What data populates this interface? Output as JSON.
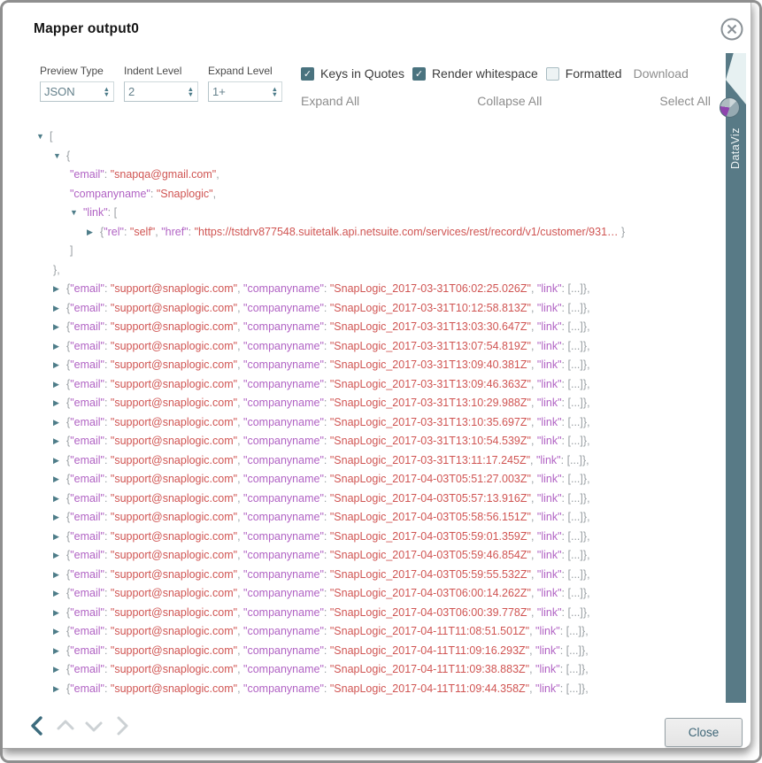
{
  "dialog": {
    "title": "Mapper output0",
    "close_label": "Close"
  },
  "toolbar": {
    "preview_type": {
      "label": "Preview Type",
      "value": "JSON"
    },
    "indent_level": {
      "label": "Indent Level",
      "value": "2"
    },
    "expand_level": {
      "label": "Expand Level",
      "value": "1+"
    },
    "checkboxes": [
      {
        "label": "Keys in Quotes",
        "checked": true
      },
      {
        "label": "Render whitespace",
        "checked": true
      },
      {
        "label": "Formatted",
        "checked": false
      }
    ],
    "download_label": "Download",
    "links": {
      "expand_all": "Expand All",
      "collapse_all": "Collapse All",
      "select_all": "Select All"
    }
  },
  "dataviz_tab": {
    "label": "DataViz"
  },
  "tree": {
    "expanded_record": {
      "email_key": "email",
      "email_value": "snapqa@gmail.com",
      "company_key": "companyname",
      "company_value": "Snaplogic",
      "link_key": "link",
      "link_child": {
        "rel_key": "rel",
        "rel_value": "self",
        "href_key": "href",
        "href_value_truncated": "https://tstdrv877548.suitetalk.api.netsuite.com/services/rest/record/v1/customer/931…"
      }
    },
    "collapsed_link_text": "[...]",
    "collapsed_rows": [
      {
        "email": "support@snaplogic.com",
        "companyname": "SnapLogic_2017-03-31T06:02:25.026Z"
      },
      {
        "email": "support@snaplogic.com",
        "companyname": "SnapLogic_2017-03-31T10:12:58.813Z"
      },
      {
        "email": "support@snaplogic.com",
        "companyname": "SnapLogic_2017-03-31T13:03:30.647Z"
      },
      {
        "email": "support@snaplogic.com",
        "companyname": "SnapLogic_2017-03-31T13:07:54.819Z"
      },
      {
        "email": "support@snaplogic.com",
        "companyname": "SnapLogic_2017-03-31T13:09:40.381Z"
      },
      {
        "email": "support@snaplogic.com",
        "companyname": "SnapLogic_2017-03-31T13:09:46.363Z"
      },
      {
        "email": "support@snaplogic.com",
        "companyname": "SnapLogic_2017-03-31T13:10:29.988Z"
      },
      {
        "email": "support@snaplogic.com",
        "companyname": "SnapLogic_2017-03-31T13:10:35.697Z"
      },
      {
        "email": "support@snaplogic.com",
        "companyname": "SnapLogic_2017-03-31T13:10:54.539Z"
      },
      {
        "email": "support@snaplogic.com",
        "companyname": "SnapLogic_2017-03-31T13:11:17.245Z"
      },
      {
        "email": "support@snaplogic.com",
        "companyname": "SnapLogic_2017-04-03T05:51:27.003Z"
      },
      {
        "email": "support@snaplogic.com",
        "companyname": "SnapLogic_2017-04-03T05:57:13.916Z"
      },
      {
        "email": "support@snaplogic.com",
        "companyname": "SnapLogic_2017-04-03T05:58:56.151Z"
      },
      {
        "email": "support@snaplogic.com",
        "companyname": "SnapLogic_2017-04-03T05:59:01.359Z"
      },
      {
        "email": "support@snaplogic.com",
        "companyname": "SnapLogic_2017-04-03T05:59:46.854Z"
      },
      {
        "email": "support@snaplogic.com",
        "companyname": "SnapLogic_2017-04-03T05:59:55.532Z"
      },
      {
        "email": "support@snaplogic.com",
        "companyname": "SnapLogic_2017-04-03T06:00:14.262Z"
      },
      {
        "email": "support@snaplogic.com",
        "companyname": "SnapLogic_2017-04-03T06:00:39.778Z"
      },
      {
        "email": "support@snaplogic.com",
        "companyname": "SnapLogic_2017-04-11T11:08:51.501Z"
      },
      {
        "email": "support@snaplogic.com",
        "companyname": "SnapLogic_2017-04-11T11:09:16.293Z"
      },
      {
        "email": "support@snaplogic.com",
        "companyname": "SnapLogic_2017-04-11T11:09:38.883Z"
      },
      {
        "email": "support@snaplogic.com",
        "companyname": "SnapLogic_2017-04-11T11:09:44.358Z"
      }
    ]
  },
  "colors": {
    "json_key": "#b163c4",
    "json_value": "#d05553",
    "json_punctuation": "#9aa0a4",
    "tree_arrow": "#4e7d89",
    "accent_slate": "#587a86",
    "checkbox_checked": "#4a737f",
    "dataviz_purple": "#8e44ad"
  }
}
